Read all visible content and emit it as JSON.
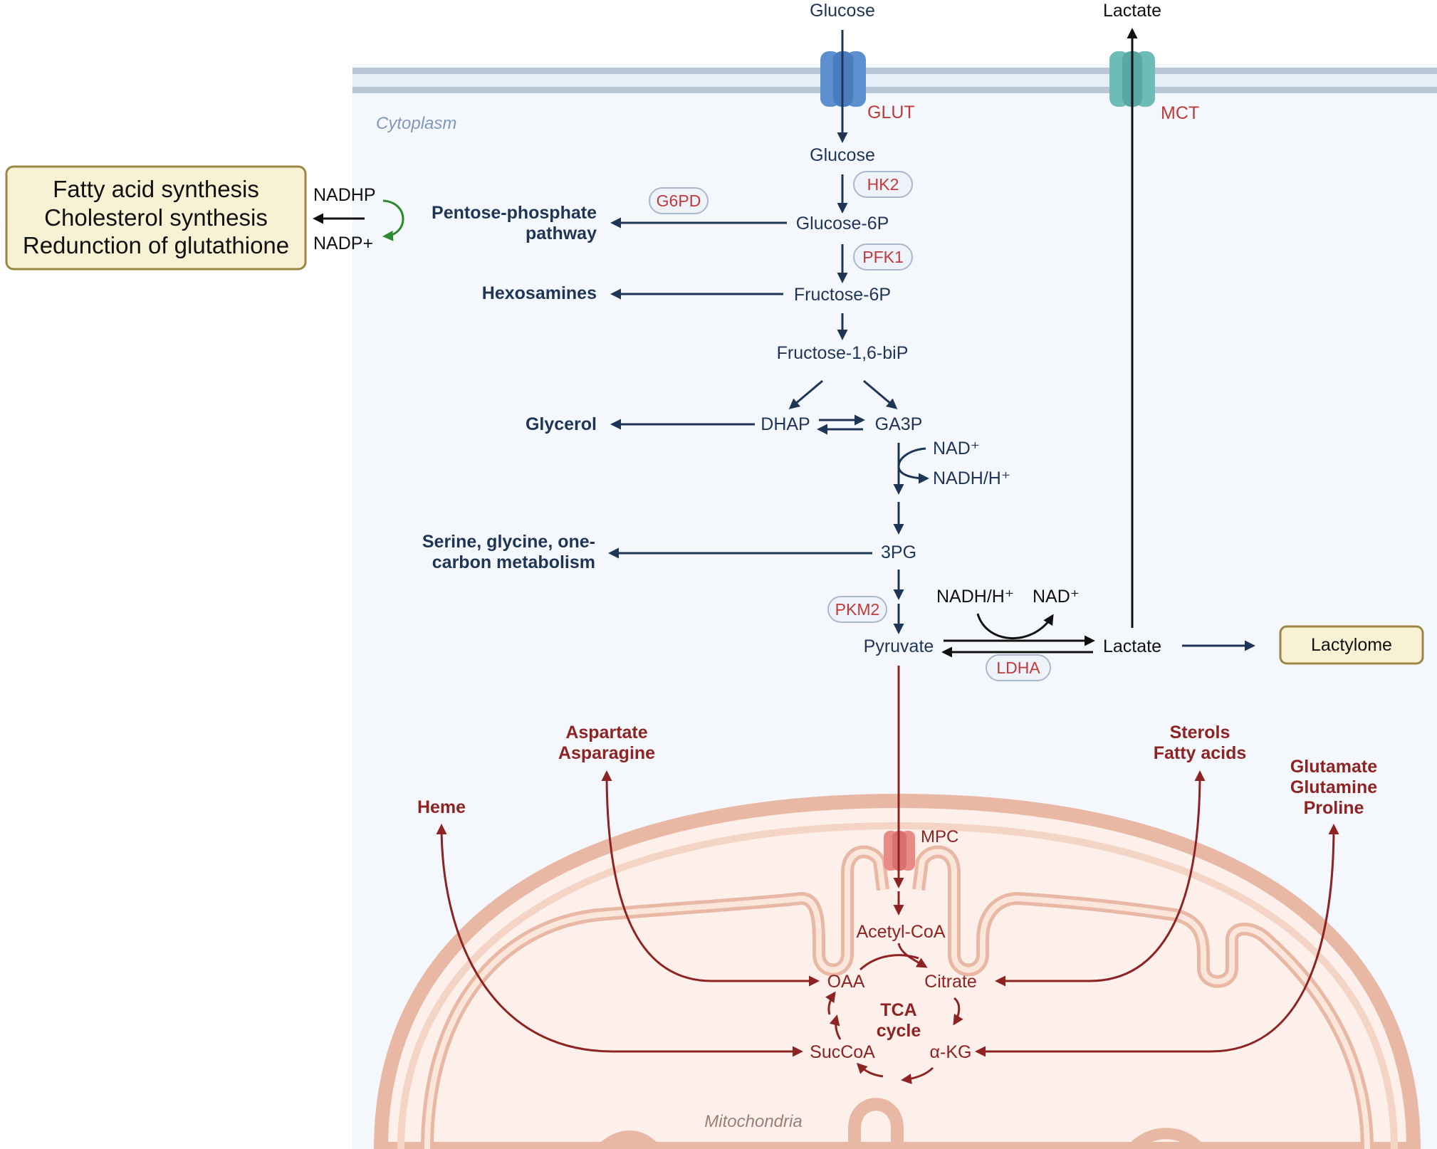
{
  "compartments": {
    "cytoplasm": "Cytoplasm",
    "mitochondria": "Mitochondria"
  },
  "transporters": {
    "glut": "GLUT",
    "mct": "MCT",
    "mpc": "MPC"
  },
  "extracellular": {
    "glucose_in": "Glucose",
    "lactate_out": "Lactate"
  },
  "glycolysis": {
    "glucose": "Glucose",
    "glucose_6p": "Glucose-6P",
    "fructose_6p": "Fructose-6P",
    "fructose_16bip": "Fructose-1,6-biP",
    "dhap": "DHAP",
    "ga3p": "GA3P",
    "nad_plus": "NAD⁺",
    "nadh_h": "NADH/H⁺",
    "pg3": "3PG",
    "pyruvate": "Pyruvate",
    "lactate": "Lactate",
    "ldh_nadh": "NADH/H⁺",
    "ldh_nad": "NAD⁺"
  },
  "enzymes": {
    "hk2": "HK2",
    "g6pd": "G6PD",
    "pfk1": "PFK1",
    "pkm2": "PKM2",
    "ldha": "LDHA"
  },
  "branches": {
    "ppp_line1": "Pentose-phosphate",
    "ppp_line2": "pathway",
    "hexosamines": "Hexosamines",
    "glycerol": "Glycerol",
    "serine_line1": "Serine, glycine, one-",
    "serine_line2": "carbon metabolism"
  },
  "nadph_box": {
    "line1": "Fatty acid synthesis",
    "line2": "Cholesterol synthesis",
    "line3": "Redunction of glutathione",
    "nadhp": "NADHP",
    "nadp_plus": "NADP+"
  },
  "lactylome": "Lactylome",
  "tca": {
    "acetyl_coa": "Acetyl-CoA",
    "oaa": "OAA",
    "citrate": "Citrate",
    "succoa": "SucCoA",
    "akg": "α-KG",
    "cycle_line1": "TCA",
    "cycle_line2": "cycle"
  },
  "outputs": {
    "aspartate": "Aspartate",
    "asparagine": "Asparagine",
    "heme": "Heme",
    "sterols": "Sterols",
    "fatty_acids": "Fatty acids",
    "glutamate": "Glutamate",
    "glutamine": "Glutamine",
    "proline": "Proline"
  },
  "colors": {
    "navy": "#1f3556",
    "dark_red": "#8e2323",
    "enzyme_red": "#c0393b",
    "membrane": "#b9c6d6",
    "cytoplasm_bg": "#f4f8fc",
    "mito_outer": "#e8b8a4",
    "mito_bg": "#fdf0ea",
    "box_fill": "#f8f2d4",
    "box_border": "#9c8643",
    "glut": "#5b8fd0",
    "mct": "#6dbcb8",
    "mpc": "#e98a87",
    "nadph_arrow": "#2e8a2e"
  }
}
